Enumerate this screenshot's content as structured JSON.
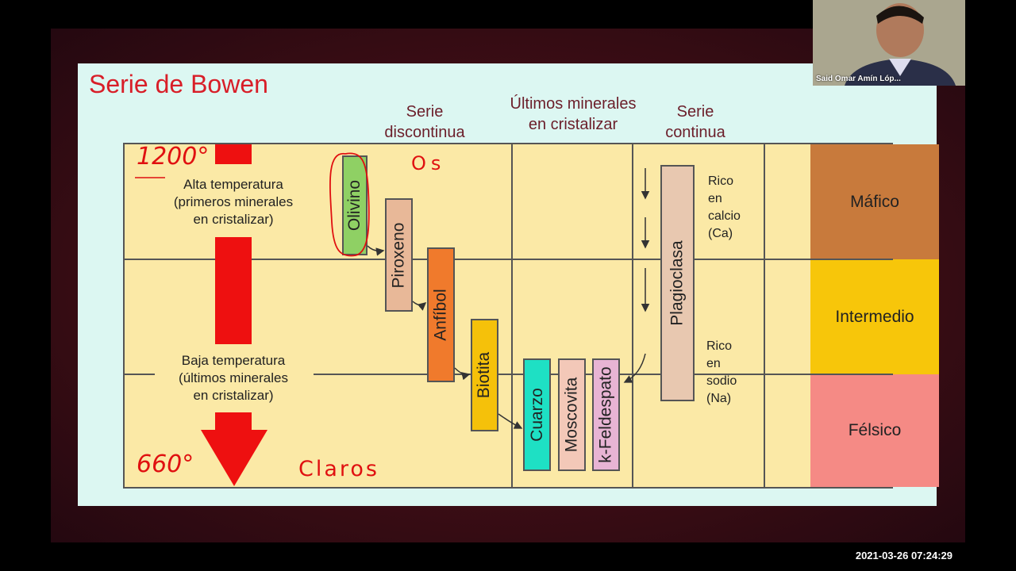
{
  "slide": {
    "title": "Serie de Bowen",
    "headers": {
      "discontinuous": "Serie\ndiscontinua",
      "last_minerals": "Últimos minerales\nen cristalizar",
      "continuous": "Serie\ncontinua"
    },
    "temperature": {
      "high": "Alta temperatura\n(primeros minerales\nen cristalizar)",
      "low": "Baja temperatura\n(últimos minerales\nen cristalizar)"
    },
    "minerals": {
      "olivino": "Olivino",
      "piroxeno": "Piroxeno",
      "anfibol": "Anfíbol",
      "biotita": "Biotita",
      "cuarzo": "Cuarzo",
      "moscovita": "Moscovita",
      "feldespato": "k-Feldespato",
      "plagioclasa": "Plagioclasa"
    },
    "rich": {
      "calcium": "Rico\nen\ncalcio\n(Ca)",
      "sodium": "Rico\nen\nsodio\n(Na)"
    },
    "categories": {
      "mafico": "Máfico",
      "intermedio": "Intermedio",
      "felsico": "Félsico"
    },
    "colors": {
      "mafico": "#c87a3c",
      "intermedio": "#f7c60a",
      "felsico": "#f58a85"
    }
  },
  "annotations": {
    "t_high": "1200°",
    "t_low": "660°",
    "os": "Os",
    "claros": "Claros"
  },
  "video": {
    "participant_name": "Said Omar Amín Lóp...",
    "timestamp": "2021-03-26  07:24:29"
  }
}
